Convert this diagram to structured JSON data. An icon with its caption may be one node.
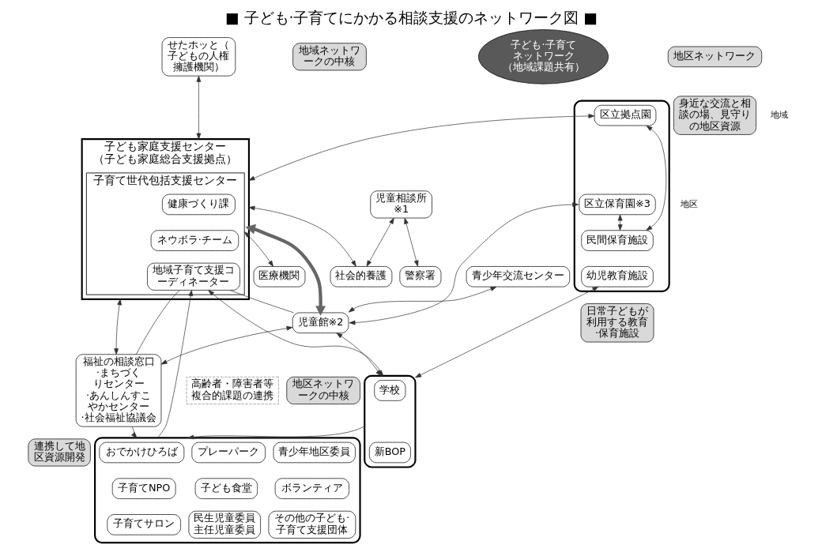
{
  "diagram": {
    "title": "■ 子ども·子育てにかかる相談支援のネットワーク図 ■",
    "nodes": [
      {
        "text": [
          "せたホッと（子どもの人権擁護機関）"
        ]
      },
      {
        "text": [
          "地域ネットワークの中核"
        ]
      },
      {
        "text": [
          "児童相談所",
          "※1"
        ]
      },
      {
        "text": [
          "警察署"
        ]
      },
      {
        "text": [
          "社会的養護"
        ]
      },
      {
        "text": [
          "青少年交流センター"
        ]
      },
      {
        "text": [
          "子ども家庭支援センター",
          "（子ども家庭総合支援拠点）"
        ]
      },
      {
        "text": [
          "子育て世代包括支援センター"
        ],
        "in": 6
      },
      {
        "text": [
          "健康づくり課"
        ],
        "in": 7
      },
      {
        "text": [
          "ネウボラ·チーム"
        ],
        "in": 7
      },
      {
        "text": [
          "地域子育て支援コーディネーター"
        ],
        "in": 7
      },
      {
        "text": [
          "医療機関"
        ]
      },
      {
        "text": [
          "子ども·子育てネットワーク",
          "（地域課題共有）"
        ]
      },
      {
        "text": [],
        "shape": "box"
      },
      {
        "text": [
          "区立拠点園"
        ],
        "in": 13
      },
      {
        "text": [
          "区立保育園※3"
        ],
        "in": 13
      },
      {
        "text": [
          "民間保育施設"
        ],
        "in": 13
      },
      {
        "text": [
          "幼児教育施設"
        ],
        "in": 13
      },
      {
        "text": [
          "日常子どもが利用する教育·保育施設"
        ]
      },
      {
        "text": [
          "児童館※2"
        ]
      },
      {
        "text": [
          "地区ネットワークの中核"
        ]
      },
      {
        "text": [],
        "shape": "box"
      },
      {
        "text": [
          "学校"
        ],
        "in": 21
      },
      {
        "text": [
          "新BOP"
        ],
        "in": 21
      },
      {
        "text": [
          "連携して地区資源開発"
        ]
      },
      {
        "text": [
          "福祉の相談窓口",
          "·まちづくりセンター",
          "·あんしんすこやかセンター",
          "·社会福祉協議会"
        ]
      },
      {
        "text": [
          "高齢者・障害者等複合的課題の連携"
        ]
      },
      {
        "text": [],
        "shape": "box"
      },
      {
        "text": [
          "おでかけひろば"
        ],
        "in": 27
      },
      {
        "text": [
          "プレーパーク"
        ],
        "in": 27
      },
      {
        "text": [
          "青少年地区委員"
        ],
        "in": 27
      },
      {
        "text": [
          "子育てNPO"
        ],
        "in": 27
      },
      {
        "text": [
          "子ども食堂"
        ],
        "in": 27
      },
      {
        "text": [
          "ボランティア"
        ],
        "in": 27
      },
      {
        "text": [
          "子育てサロン"
        ],
        "in": 27
      },
      {
        "text": [
          "民生児童委員主任児童委員"
        ],
        "in": 27
      },
      {
        "text": [
          "その他の子ども·子育て支援団体"
        ],
        "in": 27
      },
      {
        "text": [
          "地区ネットワーク"
        ]
      },
      {
        "text": [
          "身近な交流と相談の場、見守りの地区資源"
        ]
      }
    ],
    "edges": [
      {
        "from": 0,
        "to": 6,
        "arrow": "both"
      },
      {
        "from": 2,
        "to": 3,
        "arrow": "both"
      },
      {
        "from": 2,
        "to": 4,
        "arrow": "both"
      },
      {
        "from": 6,
        "to": 4,
        "arrow": "both"
      },
      {
        "from": 7,
        "to": 11,
        "arrow": "both"
      },
      {
        "from": 5,
        "to": 19,
        "arrow": "both"
      },
      {
        "from": 14,
        "to": 6,
        "arrow": "both"
      },
      {
        "from": 14,
        "to": 16,
        "arrow": "both"
      },
      {
        "from": 15,
        "to": 16,
        "arrow": "both"
      },
      {
        "from": 15,
        "to": 19,
        "arrow": "both"
      },
      {
        "from": 6,
        "to": 19,
        "arrow": "both",
        "style": "thick",
        "color": "#666666"
      },
      {
        "from": 19,
        "to": 21,
        "arrow": "both"
      },
      {
        "from": 17,
        "to": 21,
        "arrow": "both"
      },
      {
        "from": 10,
        "to": 19,
        "arrow": "none"
      },
      {
        "from": 10,
        "to": 25,
        "arrow": "none"
      },
      {
        "from": 21,
        "to": 10,
        "arrow": "both"
      },
      {
        "from": 27,
        "to": 10,
        "arrow": "to"
      },
      {
        "from": 25,
        "to": 6,
        "arrow": "both"
      },
      {
        "from": 19,
        "to": 25,
        "arrow": "both"
      },
      {
        "from": 25,
        "to": 27,
        "arrow": "to"
      },
      {
        "from": 21,
        "to": 27,
        "arrow": "to"
      }
    ],
    "labels": [
      "地域",
      "地区"
    ]
  }
}
